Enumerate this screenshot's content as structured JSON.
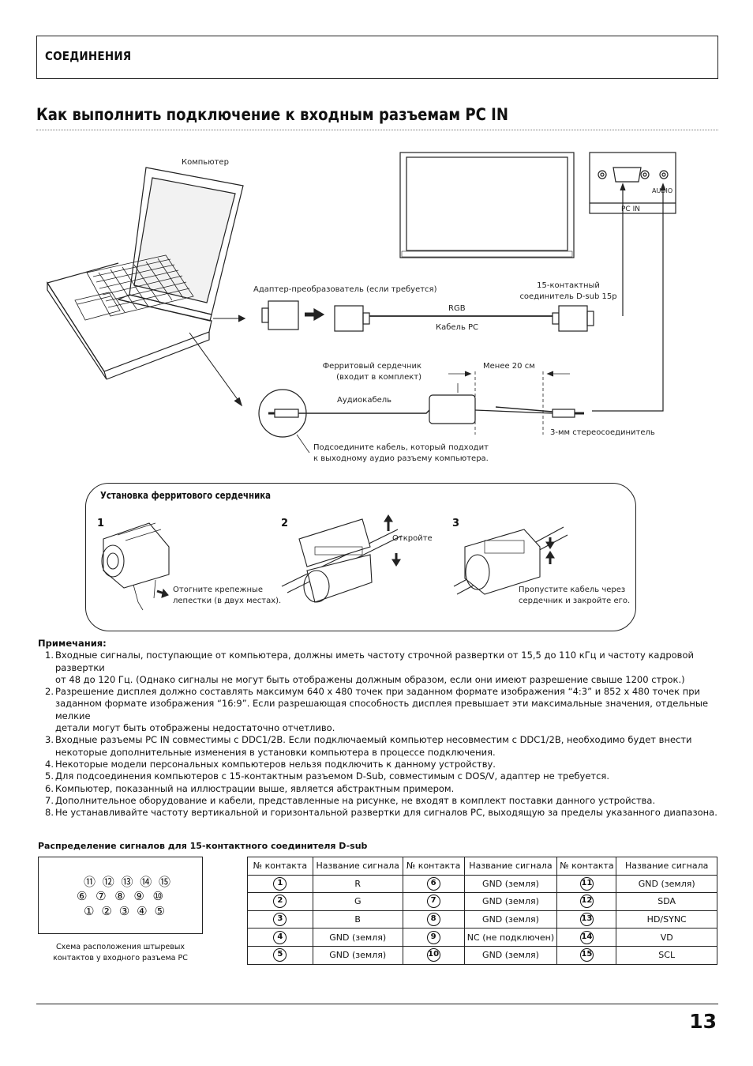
{
  "header": {
    "section": "СОЕДИНЕНИЯ"
  },
  "title": "Как выполнить подключение к входным разъемам PC IN",
  "diagram": {
    "computer": "Компьютер",
    "panel_pc_in": "PC IN",
    "panel_audio": "AUDIO",
    "adapter": "Адаптер-преобразователь (если требуется)",
    "dsub_line1": "15-контактный",
    "dsub_line2": "соединитель D-sub 15p",
    "rgb": "RGB",
    "pc_cable": "Кабель PC",
    "ferrite_line1": "Ферритовый сердечник",
    "ferrite_line2": "(входит в комплект)",
    "less_20": "Менее 20 см",
    "audio_cable": "Аудиокабель",
    "stereo": "3-мм стереосоединитель",
    "connect_line1": "Подсоедините кабель, который подходит",
    "connect_line2": "к выходному аудио разъему компьютера."
  },
  "ferrite": {
    "title": "Установка ферритового сердечника",
    "step1": "1",
    "step2": "2",
    "step3": "3",
    "bend_line1": "Отогните крепежные",
    "bend_line2": "лепестки (в двух местах).",
    "open": "Откройте",
    "pass_line1": "Пропустите кабель через",
    "pass_line2": "сердечник и закройте его."
  },
  "notes": {
    "title": "Примечания:",
    "items": [
      {
        "n": "1.",
        "lines": [
          "Входные сигналы, поступающие от компьютера, должны иметь частоту строчной развертки от 15,5 до 110 кГц и частоту кадровой развертки",
          "от 48 до 120 Гц. (Однако сигналы не могут быть отображены должным образом, если они имеют разрешение свыше 1200 строк.)"
        ]
      },
      {
        "n": "2.",
        "lines": [
          "Разрешение дисплея должно составлять максимум 640 x 480 точек при заданном формате изображения “4:3” и 852 x 480 точек при",
          "заданном формате изображения “16:9”. Если разрешающая способность дисплея превышает эти максимальные значения, отдельные мелкие",
          "детали могут быть отображены недостаточно отчетливо."
        ]
      },
      {
        "n": "3.",
        "lines": [
          "Входные разъемы PC IN совместимы с DDC1/2B. Если подключаемый компьютер несовместим с DDC1/2B, необходимо будет внести",
          "некоторые дополнительные изменения в установки компьютера в процессе подключения."
        ]
      },
      {
        "n": "4.",
        "lines": [
          "Некоторые модели персональных компьютеров нельзя подключить к данному устройству."
        ]
      },
      {
        "n": "5.",
        "lines": [
          "Для подсоединения компьютеров с 15-контактным разъемом D-Sub, совместимым с DOS/V, адаптер не требуется."
        ]
      },
      {
        "n": "6.",
        "lines": [
          "Компьютер, показанный на иллюстрации выше, является абстрактным примером."
        ]
      },
      {
        "n": "7.",
        "lines": [
          "Дополнительное оборудование и кабели, представленные на рисунке, не входят в комплект поставки данного устройства."
        ]
      },
      {
        "n": "8.",
        "lines": [
          "Не устанавливайте частоту вертикальной и горизонтальной развертки для сигналов PC, выходящую за пределы указанного диапазона."
        ]
      }
    ]
  },
  "pins": {
    "heading": "Распределение сигналов для 15-контактного соединителя D-sub",
    "caption_line1": "Схема расположения штыревых",
    "caption_line2": "контактов у входного разъема PC",
    "layout_rows": [
      [
        "⑪",
        "⑫",
        "⑬",
        "⑭",
        "⑮"
      ],
      [
        "⑥",
        "⑦",
        "⑧",
        "⑨",
        "⑩"
      ],
      [
        "①",
        "②",
        "③",
        "④",
        "⑤"
      ]
    ],
    "headers": [
      "№ контакта",
      "Название сигнала",
      "№ контакта",
      "Название сигнала",
      "№ контакта",
      "Название сигнала"
    ],
    "rows": [
      [
        "1",
        "R",
        "6",
        "GND (земля)",
        "11",
        "GND (земля)"
      ],
      [
        "2",
        "G",
        "7",
        "GND (земля)",
        "12",
        "SDA"
      ],
      [
        "3",
        "B",
        "8",
        "GND (земля)",
        "13",
        "HD/SYNC"
      ],
      [
        "4",
        "GND (земля)",
        "9",
        "NC (не подключен)",
        "14",
        "VD"
      ],
      [
        "5",
        "GND (земля)",
        "10",
        "GND (земля)",
        "15",
        "SCL"
      ]
    ]
  },
  "page_number": "13"
}
